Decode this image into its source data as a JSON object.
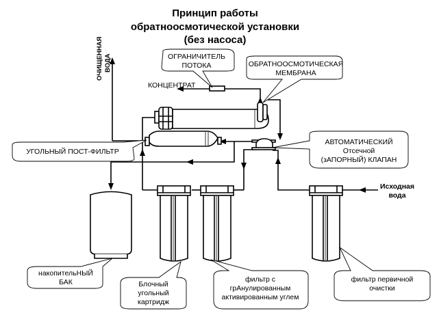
{
  "title": {
    "line1": "Принцип работы",
    "line2": "обратноосмотической установки",
    "line3": "(без насоса)"
  },
  "flows": {
    "purified_water_line1": "ОЧИЩЕННАЯ",
    "purified_water_line2": "ВОДА",
    "concentrate": "КОНЦЕНТРАТ",
    "source_water_line1": "Исходная",
    "source_water_line2": "вода"
  },
  "callouts": {
    "flow_restrictor": [
      "ОГРАНИЧИТЕЛЬ",
      "ПОТОКА"
    ],
    "membrane": [
      "ОБРАТНООСМОТИЧЕСКАЯ",
      "МЕМБРАНА"
    ],
    "post_filter": [
      "УГОЛЬНЫЙ ПОСТ-ФИЛЬТР"
    ],
    "shutoff_valve": [
      "АВТОМАТИЧЕСКИЙ",
      "Отсечной",
      "(зАПОРНЫЙ) КЛАПАН"
    ],
    "tank": [
      "накопительНЫЙ",
      "БАК"
    ],
    "block_carbon": [
      "Блочный",
      "угольный",
      "картридж"
    ],
    "granular_carbon": [
      "фильтр с",
      "грАнулированным",
      "активированным углем"
    ],
    "prefilter": [
      "фильтр первичной",
      "очистки"
    ]
  },
  "components": {
    "membrane_housing": "membrane-housing",
    "post_filter": "carbon-post-filter",
    "flow_restrictor": "flow-restrictor",
    "shutoff_valve": "shutoff-valve",
    "storage_tank": "storage-tank",
    "filters": [
      "block-carbon-filter",
      "granular-carbon-filter",
      "sediment-prefilter"
    ]
  }
}
